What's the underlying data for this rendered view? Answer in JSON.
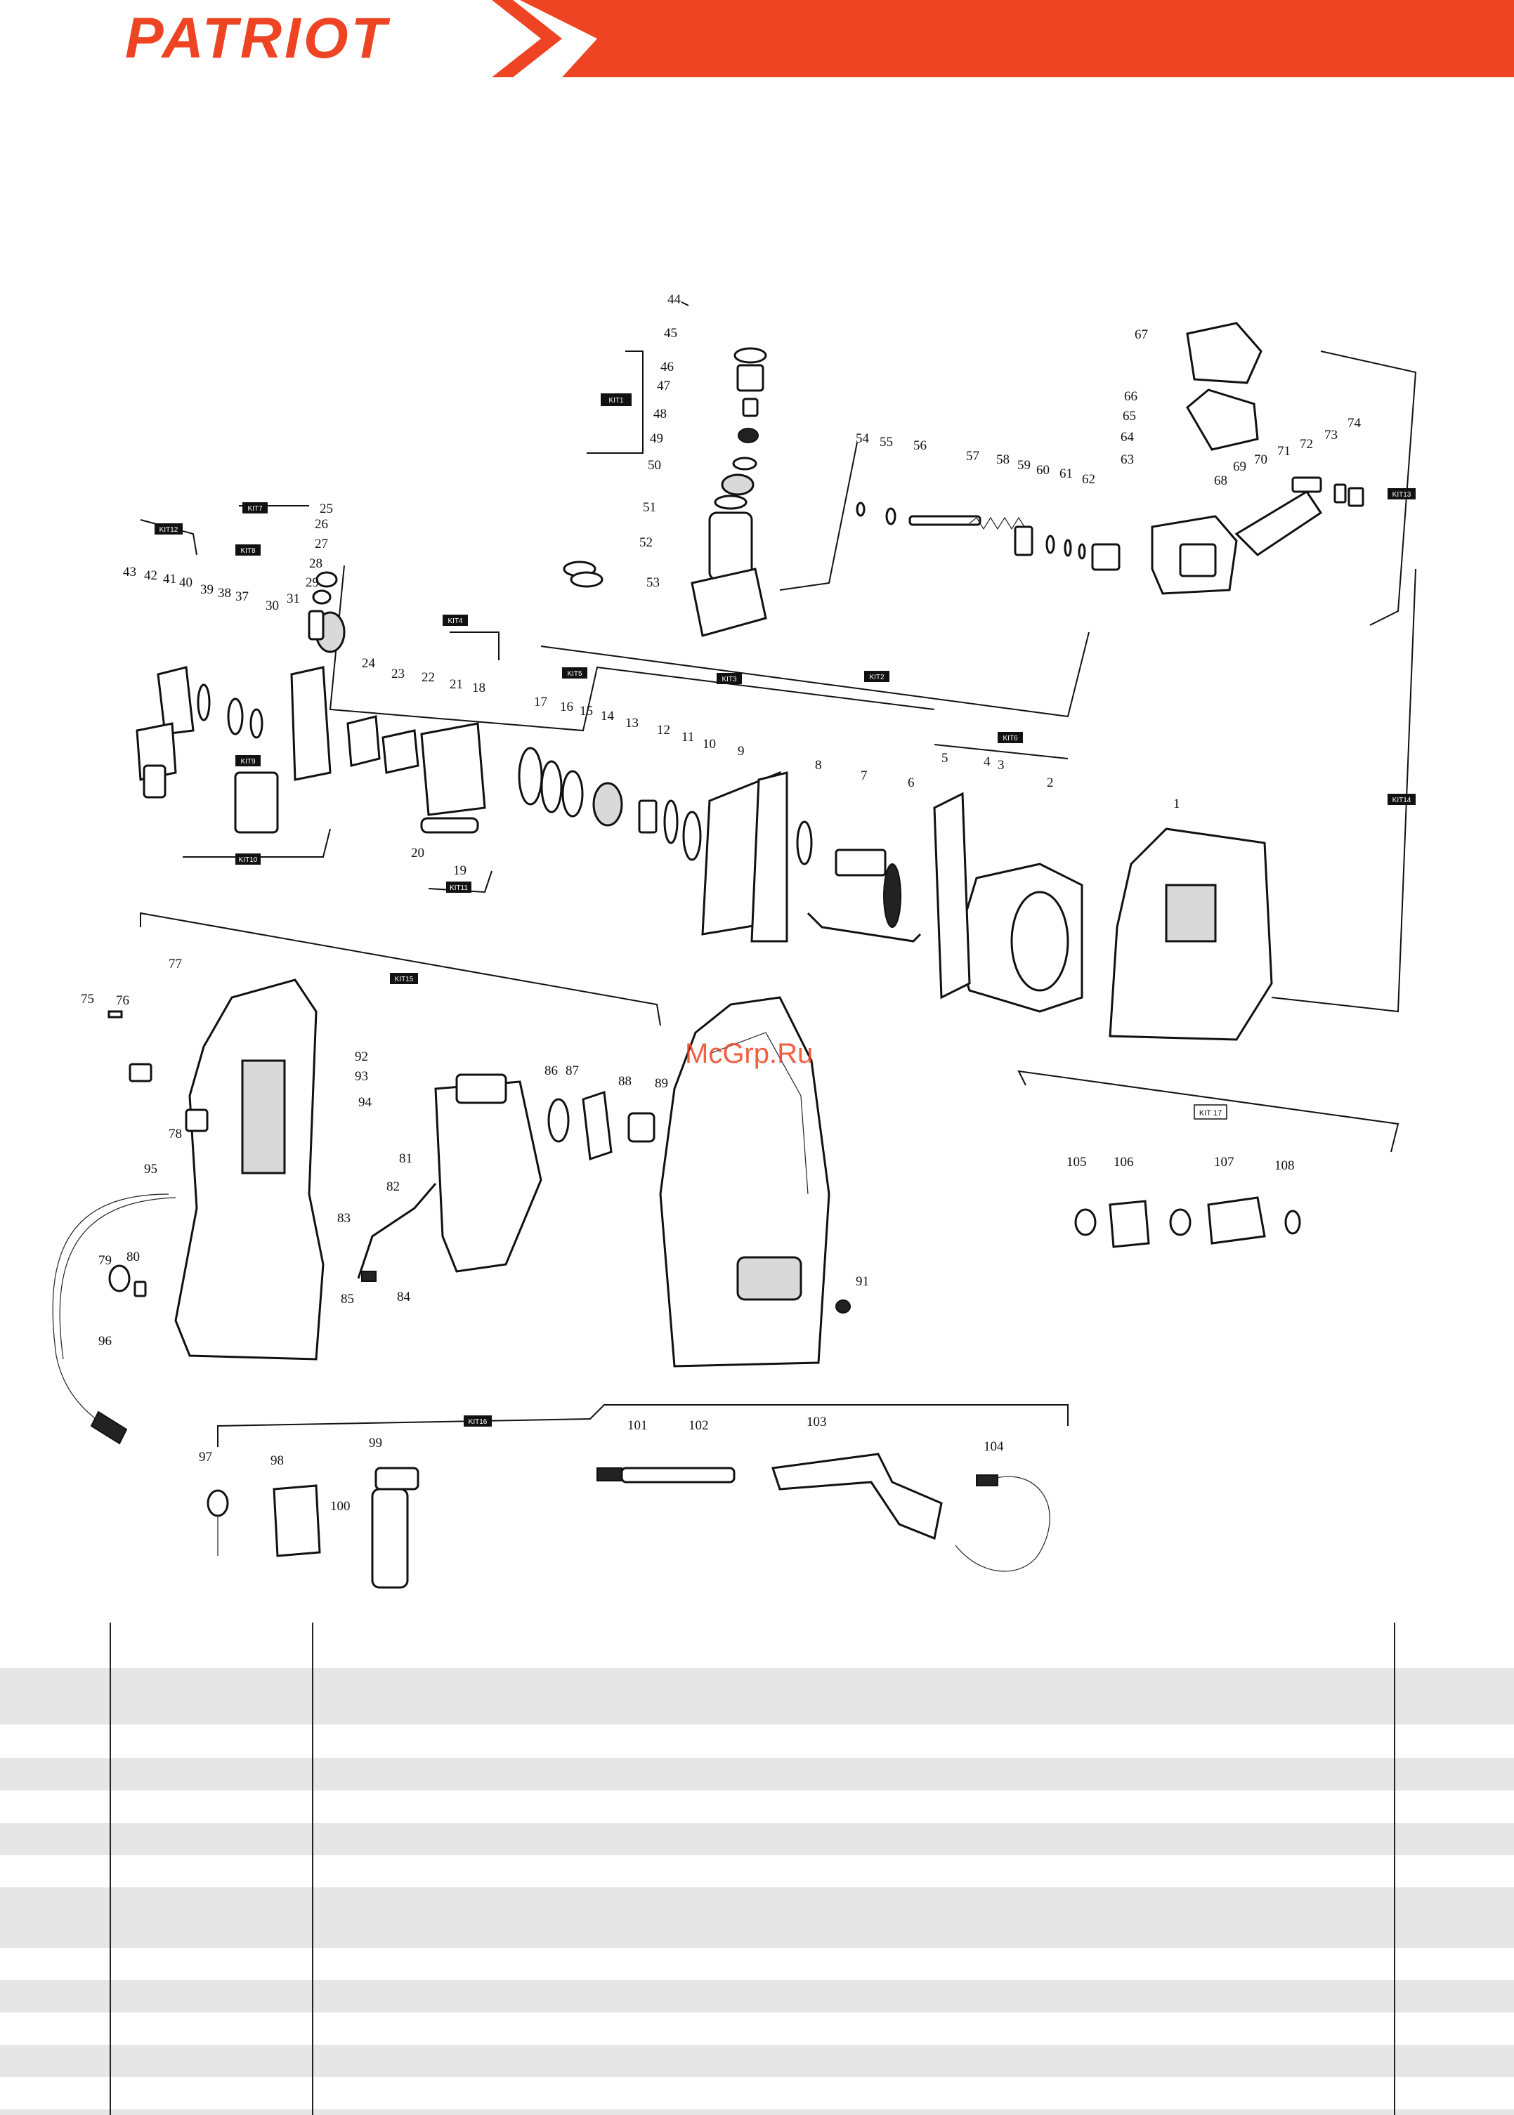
{
  "brand": {
    "logo_text": "PATRIOT",
    "accent_color": "#ee4423"
  },
  "watermark": "McGrp.Ru",
  "diagram": {
    "part_numbers": [
      "1",
      "2",
      "3",
      "4",
      "5",
      "6",
      "7",
      "8",
      "9",
      "10",
      "11",
      "12",
      "13",
      "14",
      "15",
      "16",
      "17",
      "18",
      "19",
      "20",
      "21",
      "22",
      "23",
      "24",
      "25",
      "26",
      "27",
      "28",
      "29",
      "30",
      "31",
      "37",
      "38",
      "39",
      "40",
      "41",
      "42",
      "43",
      "44",
      "45",
      "46",
      "47",
      "48",
      "49",
      "50",
      "51",
      "52",
      "53",
      "54",
      "55",
      "56",
      "57",
      "58",
      "59",
      "60",
      "61",
      "62",
      "63",
      "64",
      "65",
      "66",
      "67",
      "68",
      "69",
      "70",
      "71",
      "72",
      "73",
      "74",
      "75",
      "76",
      "77",
      "78",
      "79",
      "80",
      "81",
      "82",
      "83",
      "84",
      "85",
      "86",
      "87",
      "88",
      "89",
      "91",
      "92",
      "93",
      "94",
      "95",
      "96",
      "97",
      "98",
      "99",
      "100",
      "101",
      "102",
      "103",
      "104",
      "105",
      "106",
      "107",
      "108"
    ],
    "kit_labels": [
      "KIT1",
      "KIT2",
      "KIT3",
      "KIT4",
      "KIT5",
      "KIT6",
      "KIT7",
      "KIT8",
      "KIT9",
      "KIT10",
      "KIT11",
      "KIT12",
      "KIT13",
      "KIT14",
      "KIT15",
      "KIT16",
      "KIT 17"
    ]
  },
  "table": {
    "rows": [
      {
        "shade": true
      },
      {
        "shade": false
      },
      {
        "shade": true
      },
      {
        "shade": false
      },
      {
        "shade": true
      },
      {
        "shade": false
      },
      {
        "shade": true
      },
      {
        "shade": false
      },
      {
        "shade": true
      },
      {
        "shade": false
      },
      {
        "shade": true
      },
      {
        "shade": false
      },
      {
        "shade": true
      }
    ],
    "shade_color": "#e6e6e6"
  }
}
